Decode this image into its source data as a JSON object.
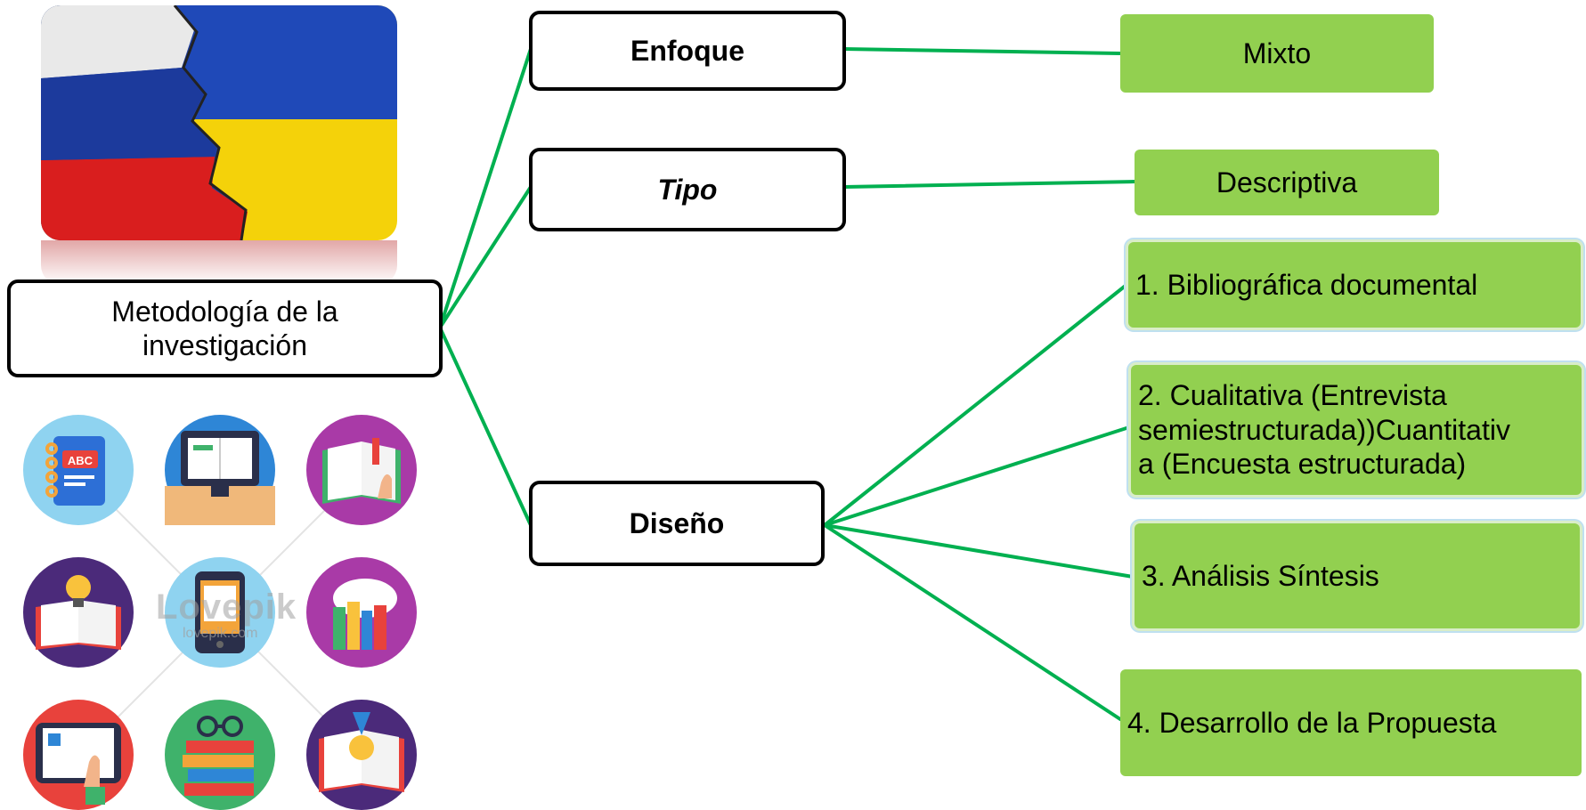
{
  "root": {
    "line1": "Metodología de la",
    "line2": "investigación"
  },
  "branches": {
    "enfoque": "Enfoque",
    "tipo": "Tipo",
    "diseno": "Diseño"
  },
  "leaves": {
    "mixto": "Mixto",
    "descriptiva": "Descriptiva",
    "d1": "1. Bibliográfica documental",
    "d2_line1": "2. Cualitativa (Entrevista",
    "d2_line2": "semiestructurada))Cuantitativ",
    "d2_line3": "a (Encuesta estructurada)",
    "d3": "3. Análisis Síntesis",
    "d4": "4. Desarrollo de la Propuesta"
  },
  "watermark": {
    "brand": "Lovepik",
    "site": "lovepik.com"
  },
  "icons": [
    "address-book-icon",
    "e-book-monitor-icon",
    "open-book-pointer-icon",
    "idea-book-icon",
    "tablet-reading-icon",
    "cloud-library-icon",
    "tablet-touch-icon",
    "books-glasses-icon",
    "medal-book-icon"
  ],
  "colors": {
    "connector": "#00b050",
    "leaf_fill": "#92d050",
    "box_border": "#000000"
  }
}
